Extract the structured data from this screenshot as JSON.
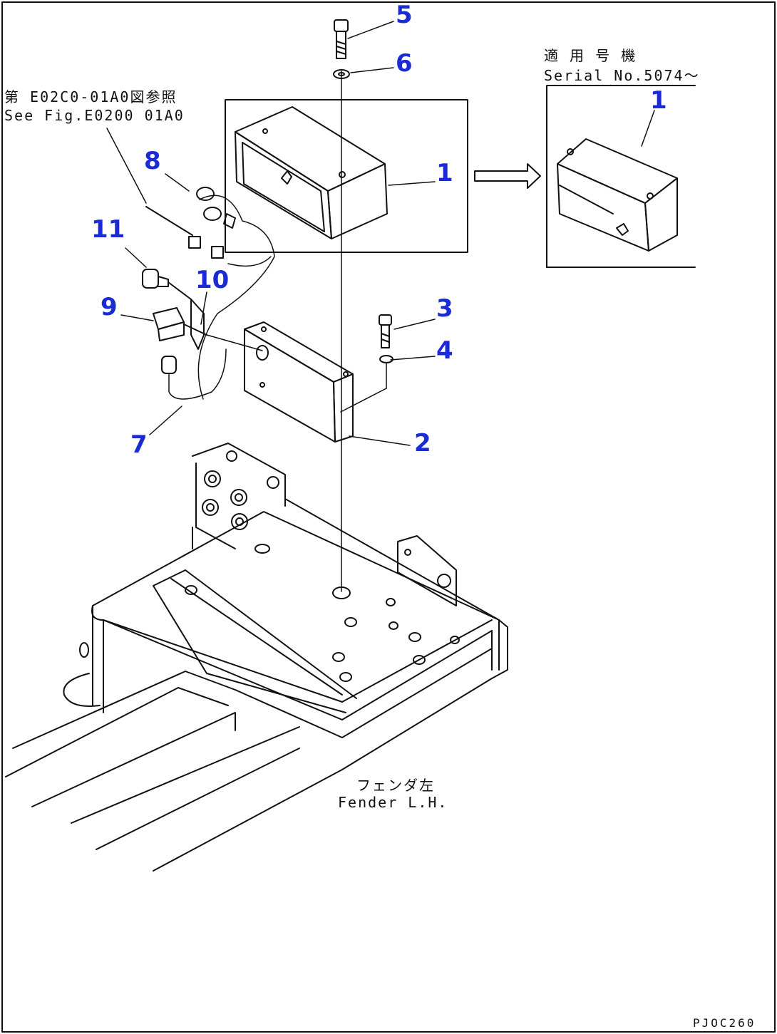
{
  "notes": {
    "serial_jp": "適 用 号 機",
    "serial_en": "Serial No.5074～",
    "ref_jp": "第 E02C0-01A0図参照",
    "ref_en": "See Fig.E0200 01A0",
    "fender_jp": "フェンダ左",
    "fender_en": "Fender L.H.",
    "figure_code": "PJOC260"
  },
  "callouts": [
    "1",
    "1",
    "2",
    "3",
    "4",
    "5",
    "6",
    "7",
    "8",
    "9",
    "10",
    "11"
  ],
  "colors": {
    "callout": "#1a2bd6",
    "line": "#111111"
  }
}
